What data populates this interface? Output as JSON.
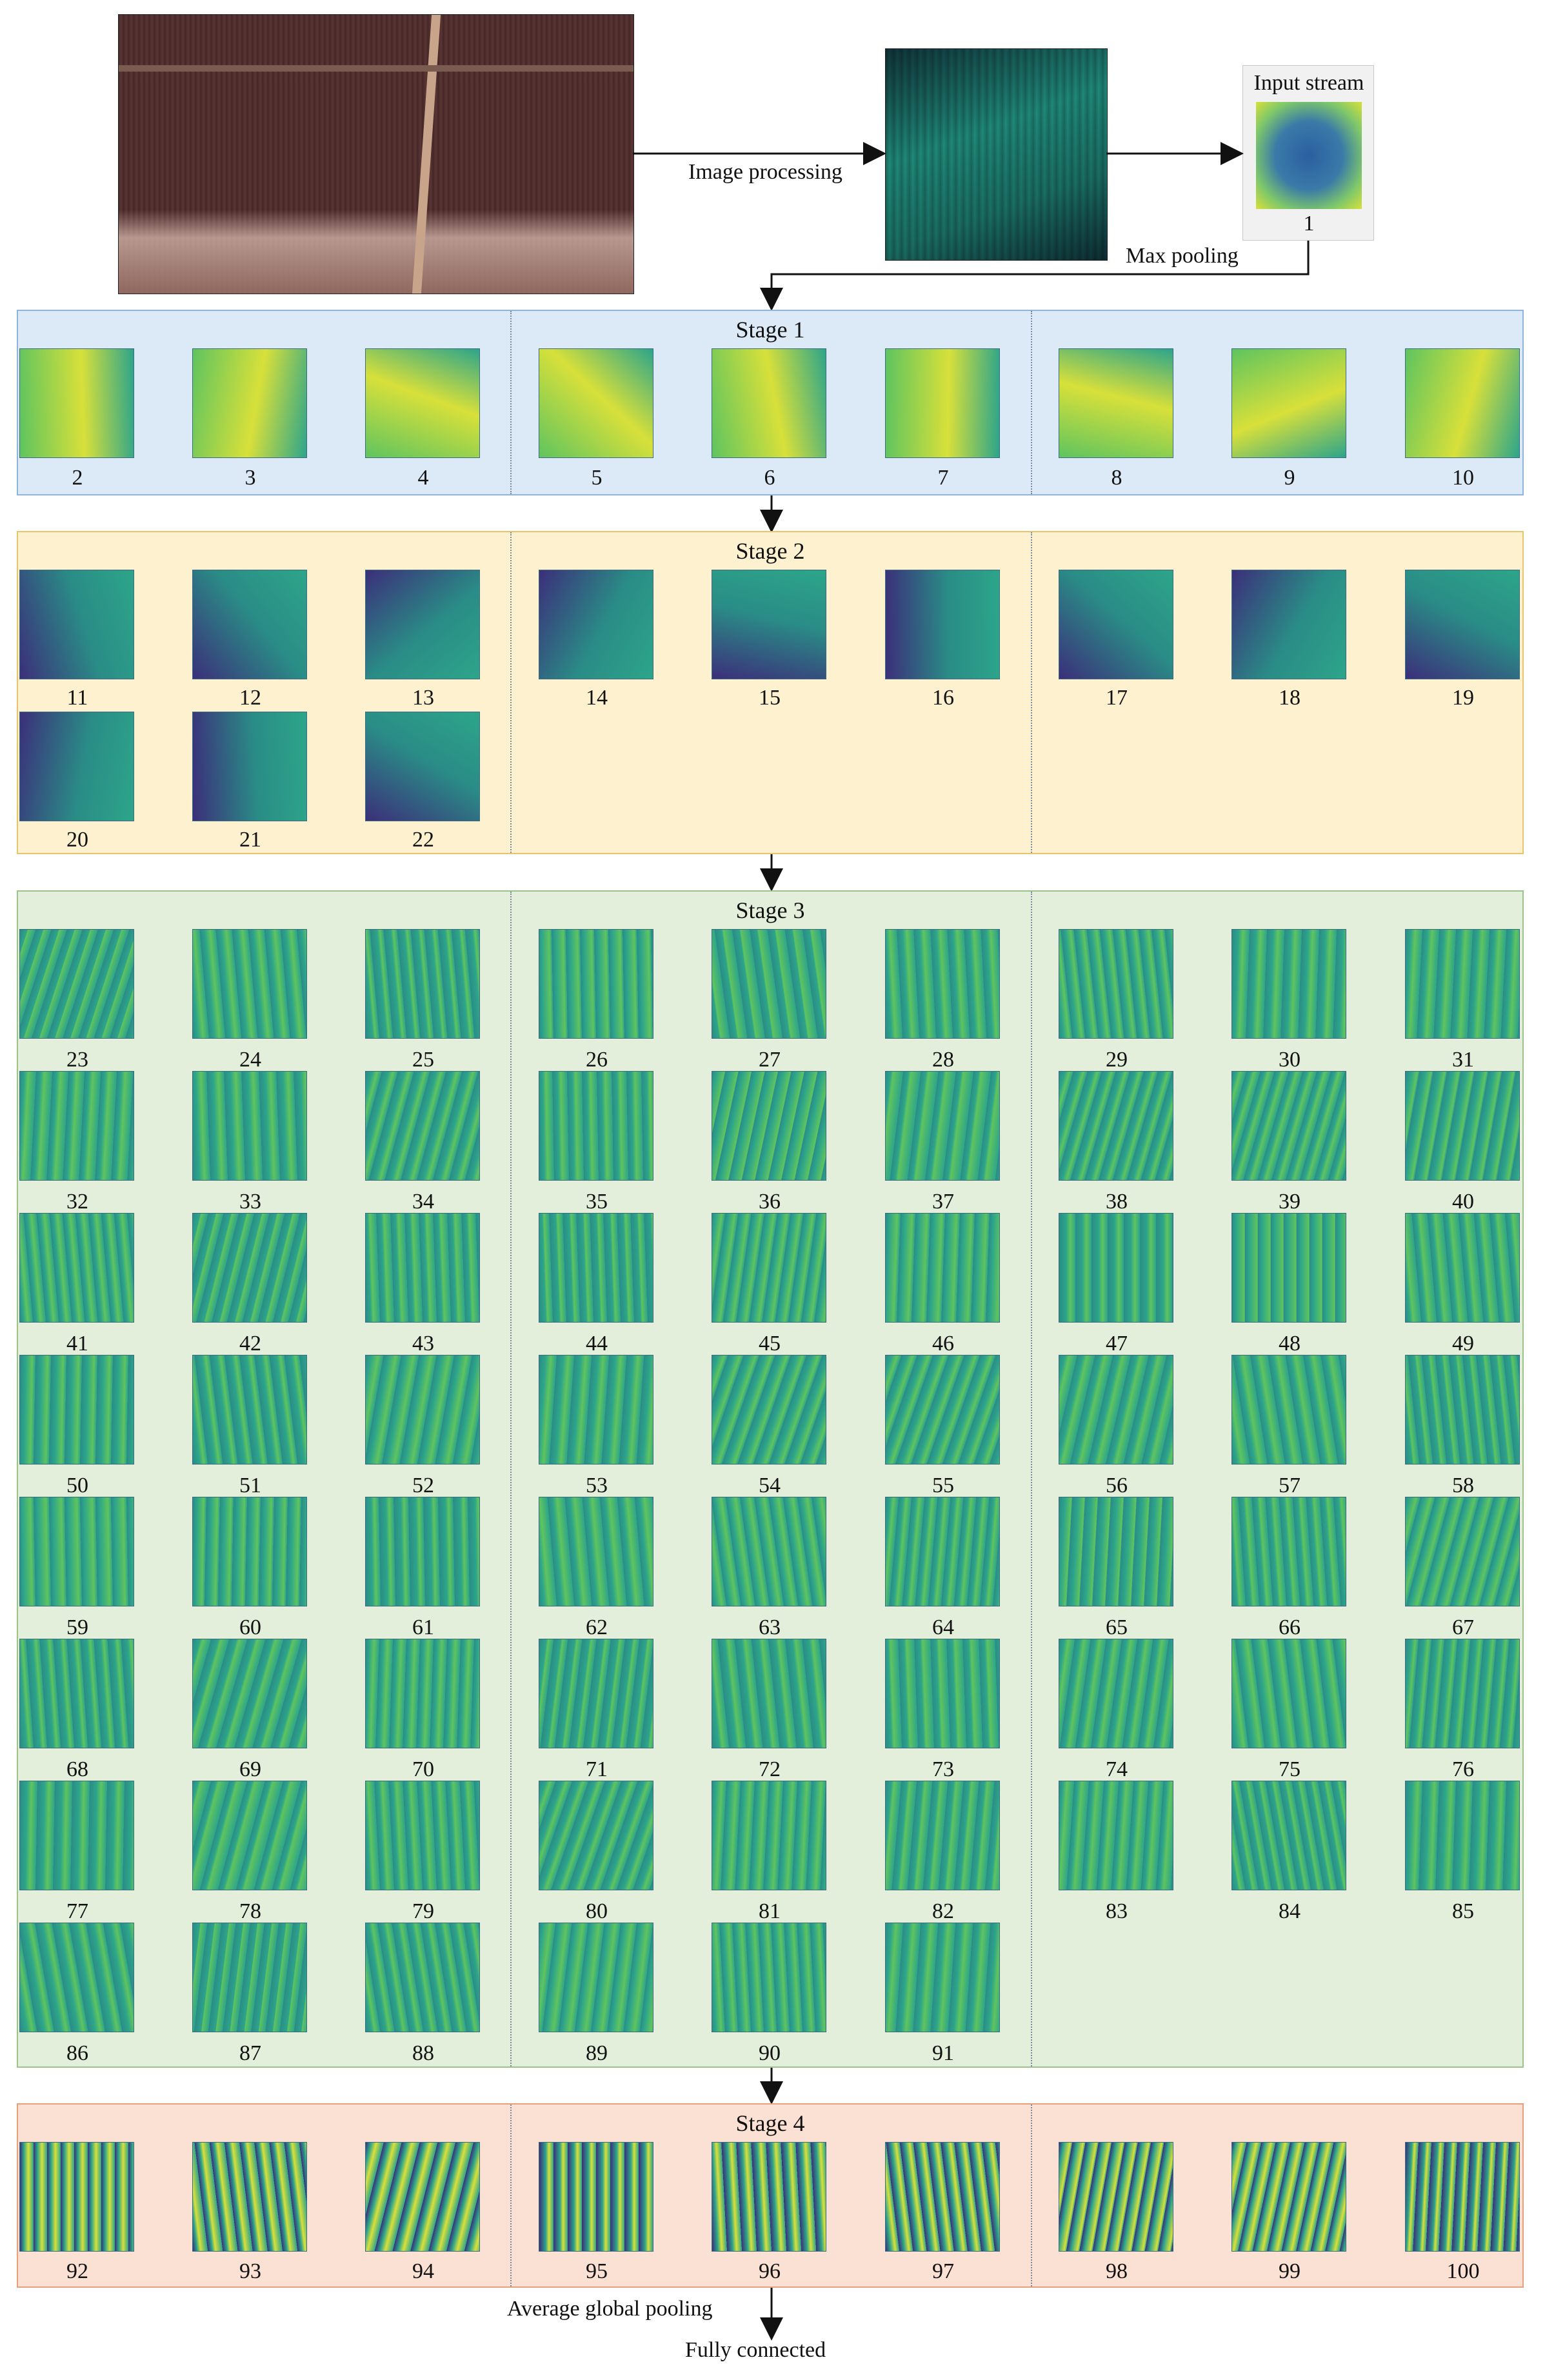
{
  "top": {
    "image_processing_label": "Image processing",
    "input_stream_label": "Input stream",
    "input_stream_number": "1",
    "max_pooling_label": "Max pooling"
  },
  "stages": [
    {
      "title": "Stage 1",
      "color": "#dce9f7",
      "border": "#8fb3d9",
      "numbers": [
        "2",
        "3",
        "4",
        "5",
        "6",
        "7",
        "8",
        "9",
        "10"
      ]
    },
    {
      "title": "Stage 2",
      "color": "#fdf1cf",
      "border": "#e8c46a",
      "numbers": [
        "11",
        "12",
        "13",
        "14",
        "15",
        "16",
        "17",
        "18",
        "19",
        "20",
        "21",
        "22"
      ]
    },
    {
      "title": "Stage 3",
      "color": "#e3eedb",
      "border": "#9cc38a",
      "numbers": [
        "23",
        "24",
        "25",
        "26",
        "27",
        "28",
        "29",
        "30",
        "31",
        "32",
        "33",
        "34",
        "35",
        "36",
        "37",
        "38",
        "39",
        "40",
        "41",
        "42",
        "43",
        "44",
        "45",
        "46",
        "47",
        "48",
        "49",
        "50",
        "51",
        "52",
        "53",
        "54",
        "55",
        "56",
        "57",
        "58",
        "59",
        "60",
        "61",
        "62",
        "63",
        "64",
        "65",
        "66",
        "67",
        "68",
        "69",
        "70",
        "71",
        "72",
        "73",
        "74",
        "75",
        "76",
        "77",
        "78",
        "79",
        "80",
        "81",
        "82",
        "83",
        "84",
        "85",
        "86",
        "87",
        "88",
        "89",
        "90",
        "91"
      ]
    },
    {
      "title": "Stage 4",
      "color": "#fbe1d3",
      "border": "#e8a07c",
      "numbers": [
        "92",
        "93",
        "94",
        "95",
        "96",
        "97",
        "98",
        "99",
        "100"
      ]
    }
  ],
  "bottom": {
    "average_pooling_label": "Average global pooling",
    "fully_connected_label": "Fully connected"
  },
  "palette": {
    "viridis_dark": "#3b2f7a",
    "viridis_mid": "#2a8c86",
    "viridis_teal": "#2da58a",
    "viridis_green": "#5fc45f",
    "viridis_yellow": "#d8e03a"
  }
}
